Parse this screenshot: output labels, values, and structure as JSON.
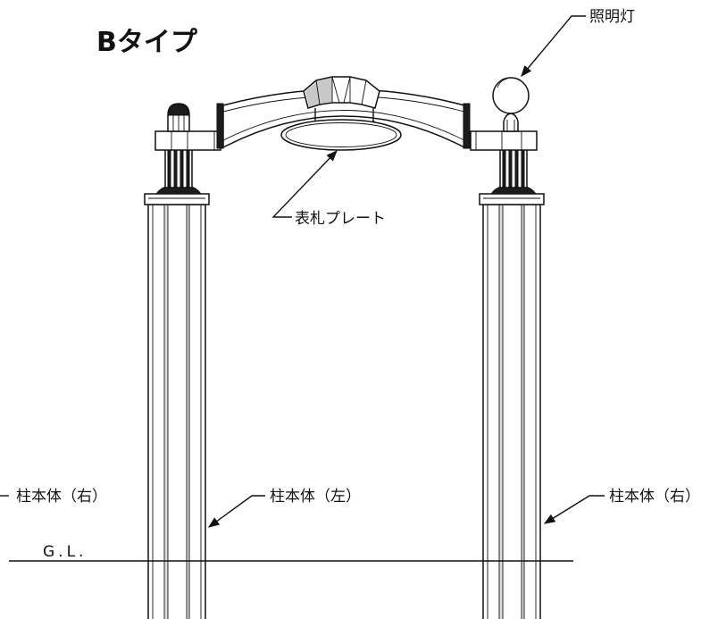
{
  "title": "Bタイプ",
  "labels": {
    "lamp": "照明灯",
    "nameplate": "表札プレート",
    "pillar_right_edge": "柱本体（右）",
    "pillar_left": "柱本体（左）",
    "pillar_right": "柱本体（右）",
    "ground_line": "G.L."
  }
}
